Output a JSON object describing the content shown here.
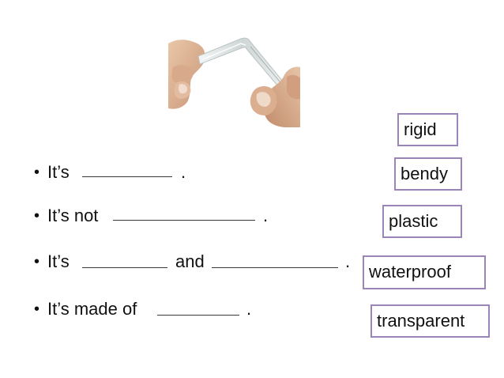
{
  "photo": {
    "icon": "bending-transparent-plastic-photo"
  },
  "sentences": [
    {
      "bullet": "•",
      "parts": [
        "It’s",
        "."
      ]
    },
    {
      "bullet": "•",
      "parts": [
        "It’s not",
        "."
      ]
    },
    {
      "bullet": "•",
      "parts": [
        "It’s",
        "and",
        "."
      ]
    },
    {
      "bullet": "•",
      "parts": [
        "It’s made of",
        "."
      ]
    }
  ],
  "word_bank": [
    "rigid",
    "bendy",
    "plastic",
    "waterproof",
    "transparent"
  ],
  "colors": {
    "box_border": "#9a84b8",
    "text": "#111111"
  }
}
